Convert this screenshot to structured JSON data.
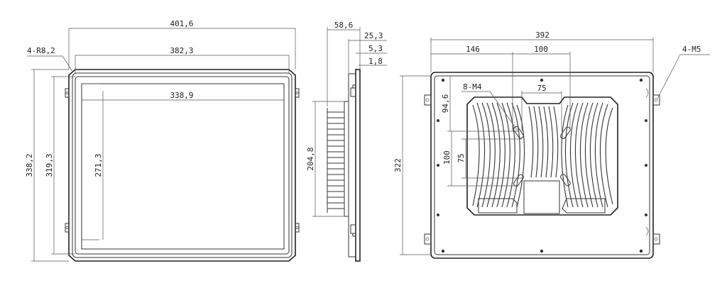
{
  "front_view": {
    "width": "401,6",
    "bezel_width": "382,3",
    "corner_radius": "4-R8,2",
    "viewing_width": "338,9",
    "height": "338,2",
    "mount_height": "319,3",
    "viewing_height": "271,3"
  },
  "side_view": {
    "depth": "58,6",
    "bezel_depth": "25,3",
    "panel_depth": "5,3",
    "front_thickness": "1,8",
    "heatsink_height": "204,8"
  },
  "rear_view": {
    "width": "392",
    "height": "322",
    "offset_x": "146",
    "vesa_100_h": "100",
    "vesa_75_h": "75",
    "vesa_100_v": "100",
    "vesa_75_v": "75",
    "offset_y": "94,6",
    "vesa_holes": "8-M4",
    "mount_holes": "4-M5"
  }
}
